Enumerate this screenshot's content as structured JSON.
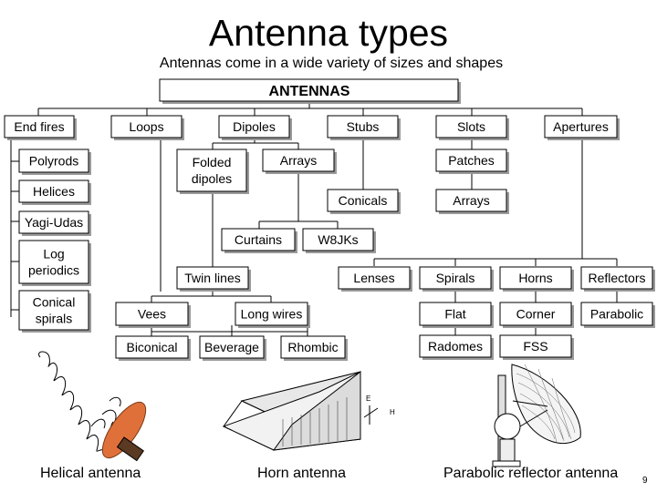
{
  "slide": {
    "title": "Antenna types",
    "subtitle": "Antennas come in a wide variety of sizes and shapes",
    "page_number": "9"
  },
  "diagram": {
    "root": "ANTENNAS",
    "nodes": {
      "end_fires": "End fires",
      "loops": "Loops",
      "dipoles": "Dipoles",
      "stubs": "Stubs",
      "slots": "Slots",
      "apertures": "Apertures",
      "polyrods": "Polyrods",
      "helices": "Helices",
      "yagi_udas": "Yagi-Udas",
      "log_periodics": [
        "Log",
        "periodics"
      ],
      "conical_spirals": [
        "Conical",
        "spirals"
      ],
      "folded_dipoles": [
        "Folded",
        "dipoles"
      ],
      "arrays_dipoles": "Arrays",
      "conicals": "Conicals",
      "patches": "Patches",
      "arrays_slots": "Arrays",
      "curtains": "Curtains",
      "w8jks": "W8JKs",
      "twin_lines": "Twin lines",
      "lenses": "Lenses",
      "spirals": "Spirals",
      "horns": "Horns",
      "reflectors": "Reflectors",
      "vees": "Vees",
      "long_wires": "Long wires",
      "flat": "Flat",
      "corner": "Corner",
      "parabolic": "Parabolic",
      "biconical": "Biconical",
      "beverage": "Beverage",
      "rhombic": "Rhombic",
      "radomes": "Radomes",
      "fss": "FSS"
    }
  },
  "figures": {
    "helical": {
      "caption": "Helical antenna"
    },
    "horn": {
      "caption": "Horn antenna",
      "axis_e": "E",
      "axis_h": "H"
    },
    "parabolic": {
      "caption": "Parabolic reflector antenna"
    }
  },
  "colors": {
    "box_shadow": "#9a9a9a",
    "helical_disc": "#e0703a"
  }
}
